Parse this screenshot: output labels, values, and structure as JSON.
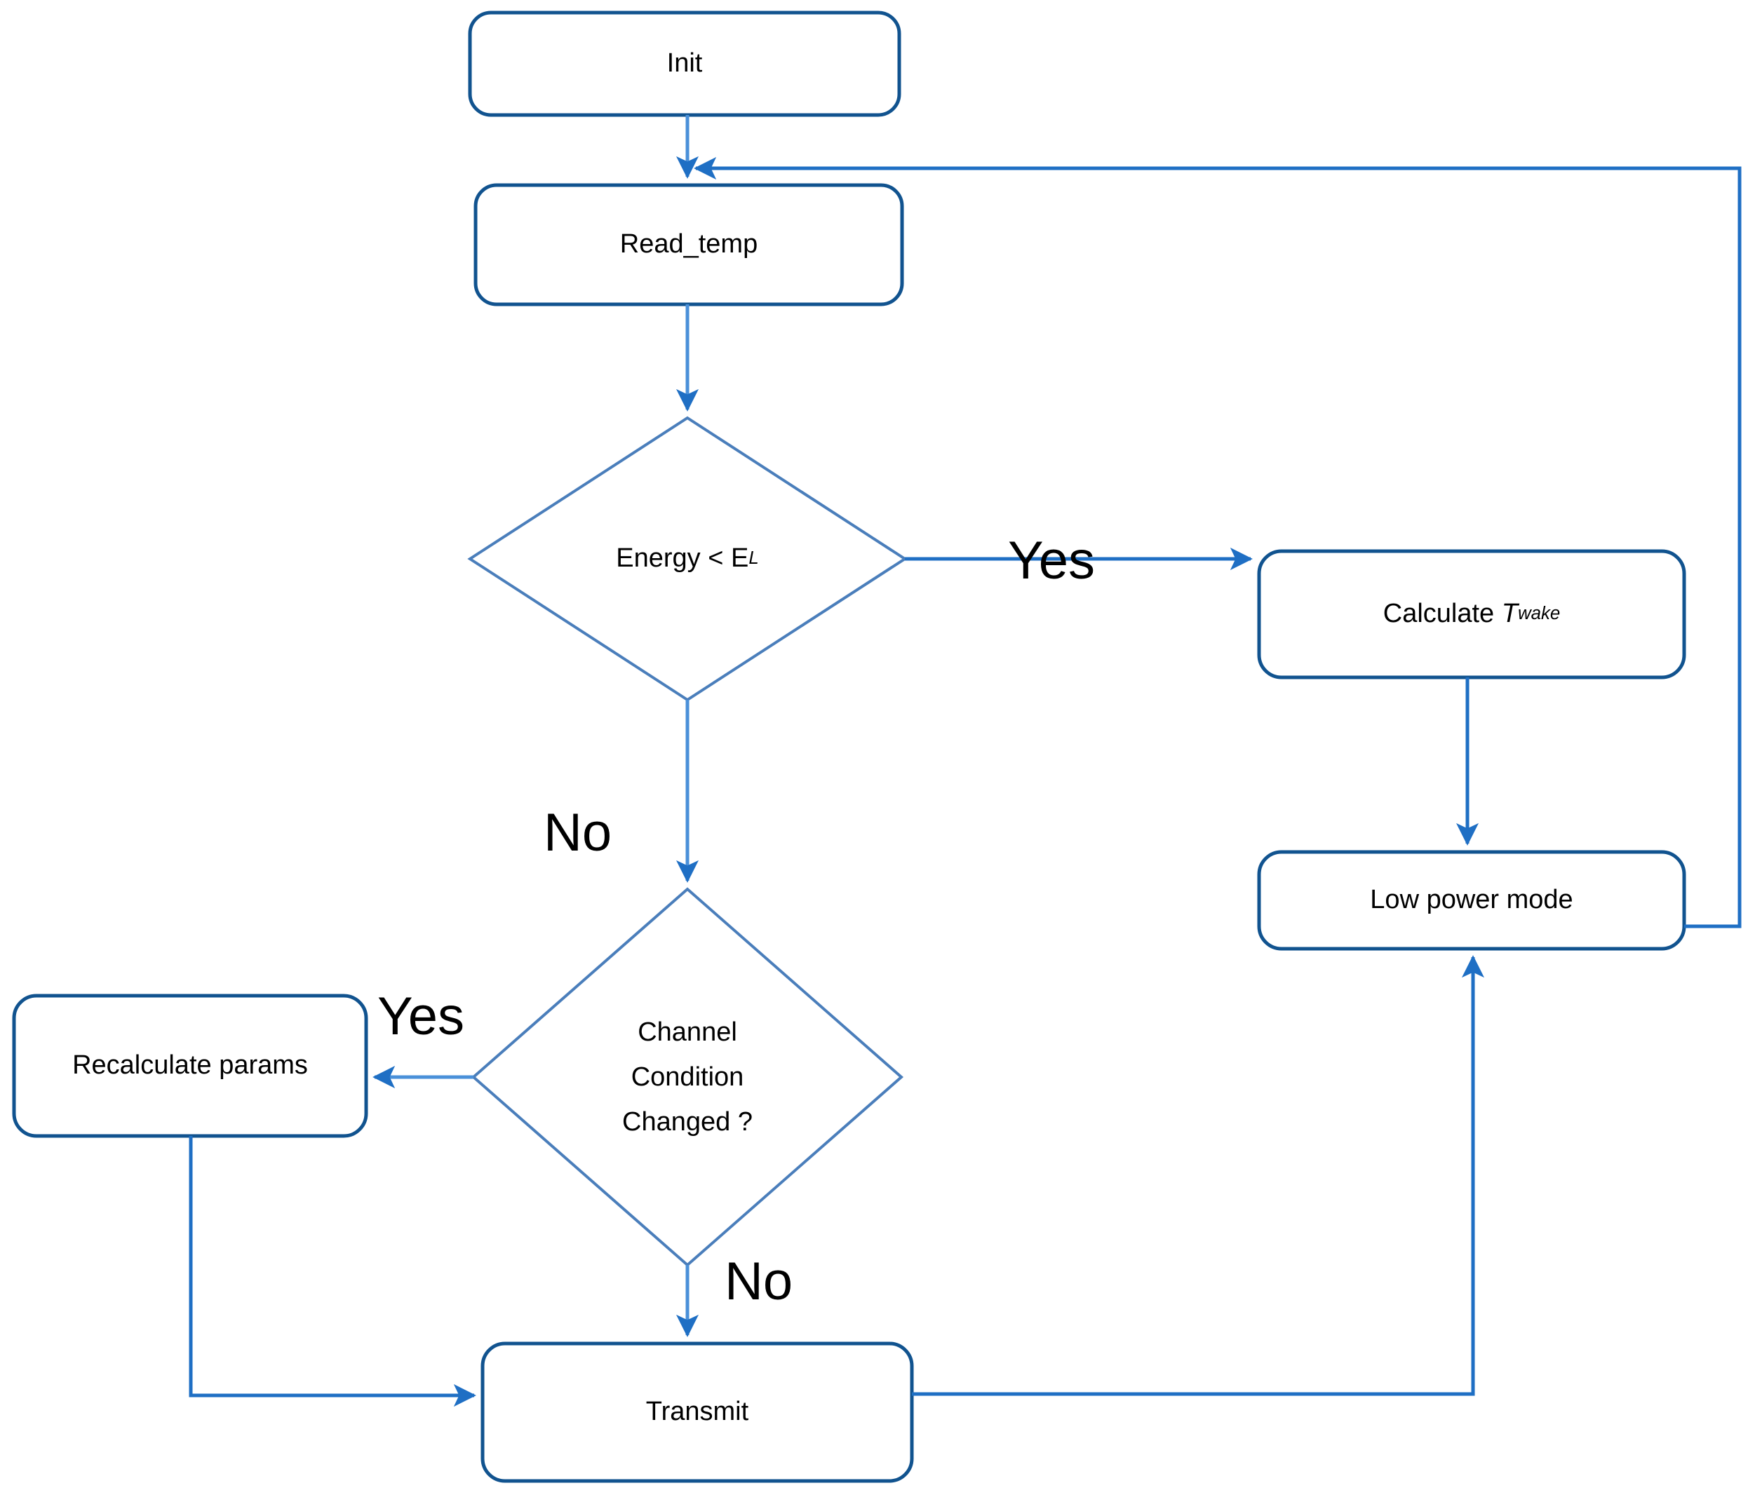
{
  "diagram": {
    "title": "Sensor node energy-aware transmission flowchart",
    "type": "flowchart",
    "colors": {
      "box_stroke": "#11538f",
      "diamond_stroke": "#4a7ebb",
      "connector": "#1f6fc4",
      "text": "#000000",
      "background": "#ffffff"
    },
    "nodes": [
      {
        "id": "init",
        "shape": "rounded-rect",
        "label": "Init"
      },
      {
        "id": "read_temp",
        "shape": "rounded-rect",
        "label": "Read_temp"
      },
      {
        "id": "energy_check",
        "shape": "diamond",
        "label": "Energy < E",
        "label_sub": "L"
      },
      {
        "id": "calc_twake",
        "shape": "rounded-rect",
        "label_pre": "Calculate ",
        "label_var": "T",
        "label_sub": "wake"
      },
      {
        "id": "low_power",
        "shape": "rounded-rect",
        "label": "Low power mode"
      },
      {
        "id": "channel_check",
        "shape": "diamond",
        "line1": "Channel",
        "line2": "Condition",
        "line3": "Changed ?"
      },
      {
        "id": "recalculate",
        "shape": "rounded-rect",
        "label": "Recalculate params"
      },
      {
        "id": "transmit",
        "shape": "rounded-rect",
        "label": "Transmit"
      }
    ],
    "branch_labels": {
      "energy_yes": "Yes",
      "energy_no": "No",
      "channel_yes": "Yes",
      "channel_no": "No"
    },
    "edges": [
      {
        "from": "init",
        "to": "read_temp",
        "label": ""
      },
      {
        "from": "read_temp",
        "to": "energy_check",
        "label": ""
      },
      {
        "from": "energy_check",
        "to": "calc_twake",
        "label": "Yes"
      },
      {
        "from": "energy_check",
        "to": "channel_check",
        "label": "No"
      },
      {
        "from": "calc_twake",
        "to": "low_power",
        "label": ""
      },
      {
        "from": "low_power",
        "to": "read_temp",
        "label": ""
      },
      {
        "from": "channel_check",
        "to": "recalculate",
        "label": "Yes"
      },
      {
        "from": "channel_check",
        "to": "transmit",
        "label": "No"
      },
      {
        "from": "recalculate",
        "to": "transmit",
        "label": ""
      },
      {
        "from": "transmit",
        "to": "low_power",
        "label": ""
      }
    ]
  }
}
